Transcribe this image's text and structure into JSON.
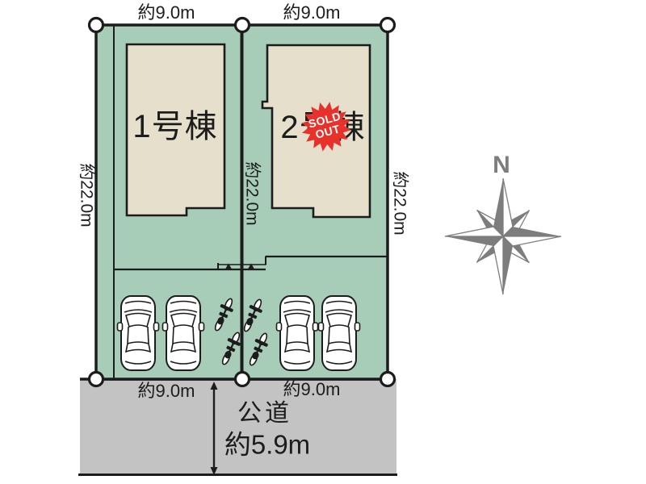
{
  "colors": {
    "lot_green": "#a7cdb8",
    "building_beige": "#e6dfcc",
    "road_gray": "#c4c3c3",
    "line_black": "#1c1c1c",
    "compass_gray": "#7d7d7d",
    "sold_red": "#e8312a"
  },
  "plan": {
    "lot1": {
      "building_label": "1号棟",
      "width_top": "約9.0m",
      "width_bottom": "約9.0m",
      "depth_left": "約22.0m"
    },
    "lot2": {
      "building_label": "2号棟",
      "width_top": "約9.0m",
      "width_bottom": "約9.0m",
      "depth_middle": "約22.0m",
      "depth_right": "約22.0m",
      "sold_out_line1": "SOLD",
      "sold_out_line2": "OUT"
    },
    "road": {
      "name": "公道",
      "width": "約5.9m"
    },
    "compass": {
      "north": "N"
    }
  }
}
